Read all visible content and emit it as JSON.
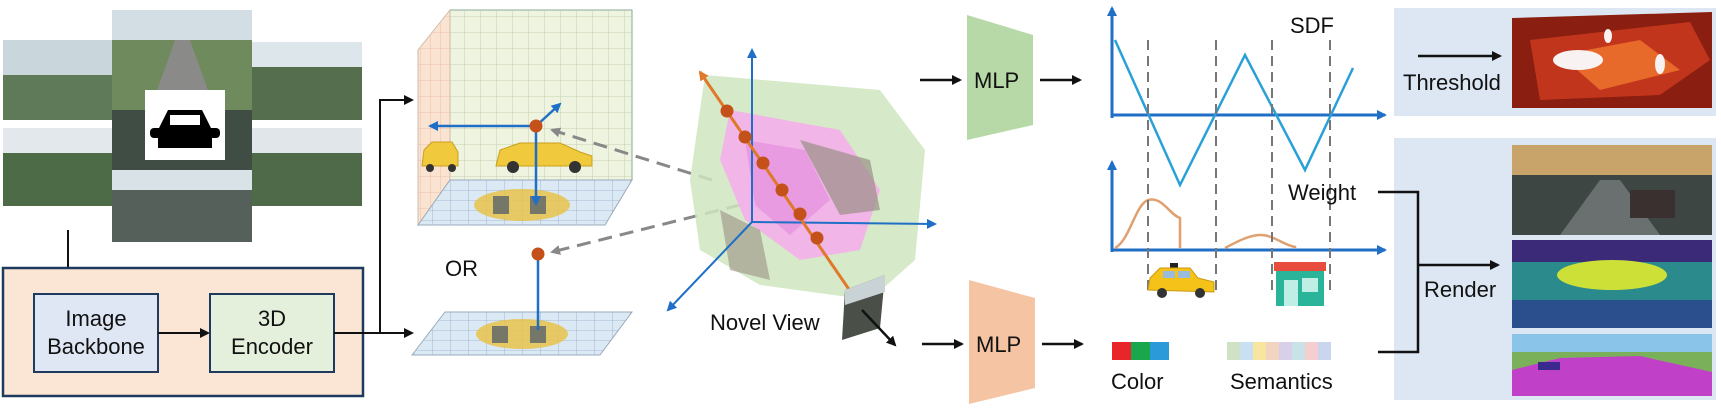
{
  "encoder": {
    "image_backbone": [
      "Image",
      "Backbone"
    ],
    "encoder_3d": [
      "3D",
      "Encoder"
    ]
  },
  "volume": {
    "or_label": "OR"
  },
  "novel_view": "Novel View",
  "mlp_top": "MLP",
  "mlp_bottom": "MLP",
  "sdf_label": "SDF",
  "weight_label": "Weight",
  "threshold_label": "Threshold",
  "render_label": "Render",
  "color_label": "Color",
  "semantics_label": "Semantics",
  "colors": {
    "encoder_panel": "#fbe6d6",
    "backbone_box": "#dfe7f5",
    "encoder_box": "#e4f0dc",
    "box_border": "#1f3a5f",
    "mlp_top": "#b7d9a8",
    "mlp_bottom": "#f5c4a2",
    "output_panel": "#dce7f3",
    "axis_blue": "#1f6fc6",
    "sdf_line": "#2aa0d8",
    "weight_curve": "#e0a070",
    "ray_orange": "#e0782a",
    "ray_point": "#c4501a",
    "color_swatches": [
      "#e8262a",
      "#1aa64a",
      "#2a9ad8"
    ],
    "semantic_swatches": [
      "#cfe3c4",
      "#c9dff2",
      "#f6e6a0",
      "#f2d5c0",
      "#d8d0e8",
      "#c8e2e8",
      "#f3cfcf",
      "#c9d6ee"
    ]
  },
  "icons": [
    "camera-image-icon",
    "car-silhouette-icon",
    "car-icon",
    "taxi-icon",
    "shop-icon"
  ]
}
